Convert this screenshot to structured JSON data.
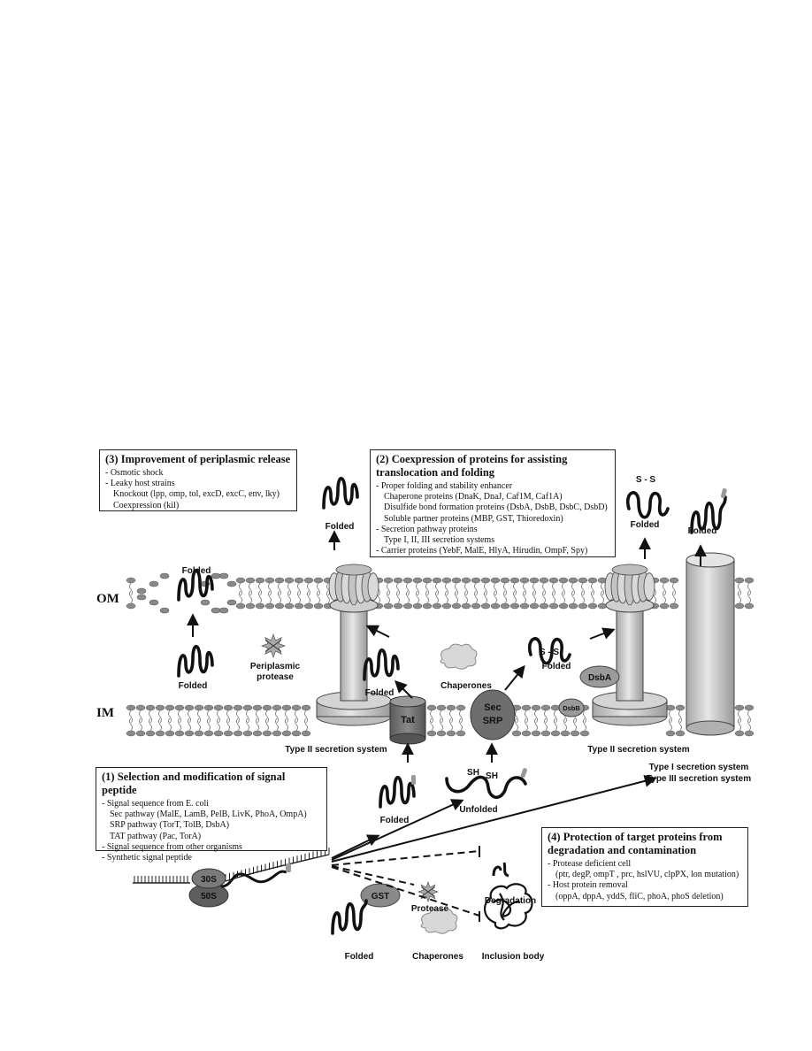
{
  "membranes": {
    "outer": "OM",
    "inner": "IM"
  },
  "box1": {
    "title": "(1) Selection and modification of signal peptide",
    "lines": [
      "- Signal sequence from E. coli",
      "Sec pathway (MalE, LamB, PelB, LivK, PhoA, OmpA)",
      "SRP pathway (TorT, TolB, DsbA)",
      "TAT pathway (Pac, TorA)",
      "- Signal sequence from other organisms",
      "- Synthetic signal peptide"
    ]
  },
  "box2": {
    "title_line1": "(2) Coexpression of proteins for assisting",
    "title_line2": "translocation and folding",
    "lines": [
      "- Proper folding and stability enhancer",
      "Chaperone proteins (DnaK, DnaJ, Caf1M, Caf1A)",
      "Disulfide bond formation proteins (DsbA, DsbB, DsbC, DsbD)",
      "Soluble partner proteins (MBP, GST, Thioredoxin)",
      "- Secretion pathway proteins",
      "Type I, II, III secretion systems",
      "- Carrier proteins (YebF, MalE, HlyA, Hirudin, OmpF, Spy)"
    ]
  },
  "box3": {
    "title": "(3) Improvement of periplasmic release",
    "lines": [
      "- Osmotic shock",
      "- Leaky host strains",
      "Knockout (lpp, omp, tol, excD, excC, env, lky)",
      "Coexpression (kil)"
    ]
  },
  "box4": {
    "title_line1": "(4) Protection of target proteins from",
    "title_line2": "degradation and contamination",
    "lines": [
      "- Protease deficient cell",
      "(ptr, degP, ompT , prc, hslVU, clpPX, lon mutation)",
      "- Host protein removal",
      "(oppA, dppA, yddS, fliC, phoA, phoS deletion)"
    ]
  },
  "labels": {
    "folded": "Folded",
    "unfolded": "Unfolded",
    "chaperones": "Chaperones",
    "periplasmic_protease_1": "Periplasmic",
    "periplasmic_protease_2": "protease",
    "protease": "Protease",
    "degradation": "Degradation",
    "inclusion_body": "Inclusion body",
    "type2_secretion": "Type II secretion system",
    "type1_secretion": "Type I secretion system",
    "type3_secretion": "Type III secretion system",
    "tat": "Tat",
    "sec": "Sec",
    "srp": "SRP",
    "dsba": "DsbA",
    "dsbb": "DsbB",
    "gst": "GST",
    "ribosome_30s": "30S",
    "ribosome_50s": "50S",
    "ss": "S - S",
    "sh": "SH"
  },
  "colors": {
    "channel_gray": "#c8c8c8",
    "dark_gray": "#6e6e6e",
    "lipid_head": "#8a8a8a",
    "blob": "#d8d8d8"
  }
}
